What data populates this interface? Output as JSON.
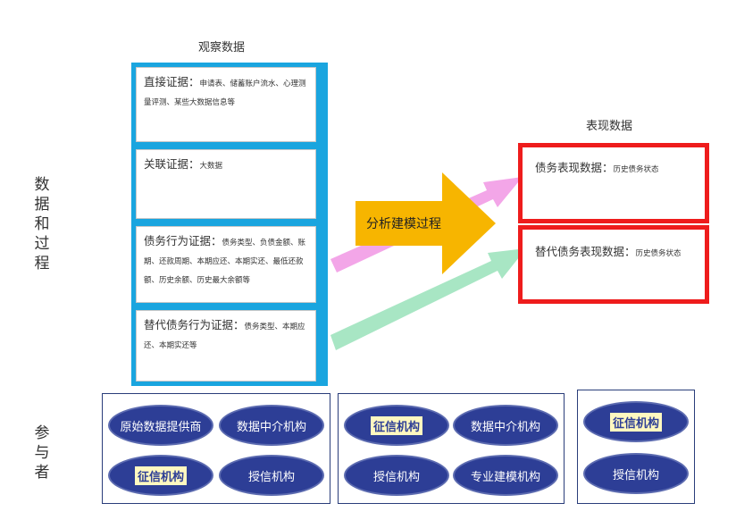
{
  "labels": {
    "observe": "观察数据",
    "perform": "表现数据",
    "data_process": [
      "数",
      "据",
      "和",
      "过",
      "程"
    ],
    "participants": [
      "参",
      "与",
      "者"
    ]
  },
  "observe_cells": [
    {
      "title": "直接证据：",
      "detail": "申请表、储蓄账户流水、心理测量评测、某些大数据信息等"
    },
    {
      "title": "关联证据：",
      "detail": "大数据"
    },
    {
      "title": "债务行为证据：",
      "detail": "债务类型、负债金额、账期、还款周期、本期应还、本期实还、最低还款额、历史余额、历史最大余额等"
    },
    {
      "title": "替代债务行为证据：",
      "detail": "债务类型、本期应还、本期实还等"
    }
  ],
  "perform_boxes": [
    {
      "title": "债务表现数据：",
      "detail": "历史债务状态"
    },
    {
      "title": "替代债务表现数据：",
      "detail": "历史债务状态"
    }
  ],
  "process_label": "分析建模过程",
  "participant_groups": [
    [
      "原始数据提供商",
      "数据中介机构",
      "征信机构",
      "授信机构"
    ],
    [
      "征信机构",
      "数据中介机构",
      "授信机构",
      "专业建模机构"
    ],
    [
      "征信机构",
      "授信机构"
    ]
  ],
  "colors": {
    "observe_border": "#1aa5df",
    "perform_border": "#ee1c1c",
    "process_arrow": "#f7b500",
    "pink_arrow": "#f3a6e8",
    "green_arrow": "#a8e6c4",
    "oval_fill": "#2d3e96"
  }
}
